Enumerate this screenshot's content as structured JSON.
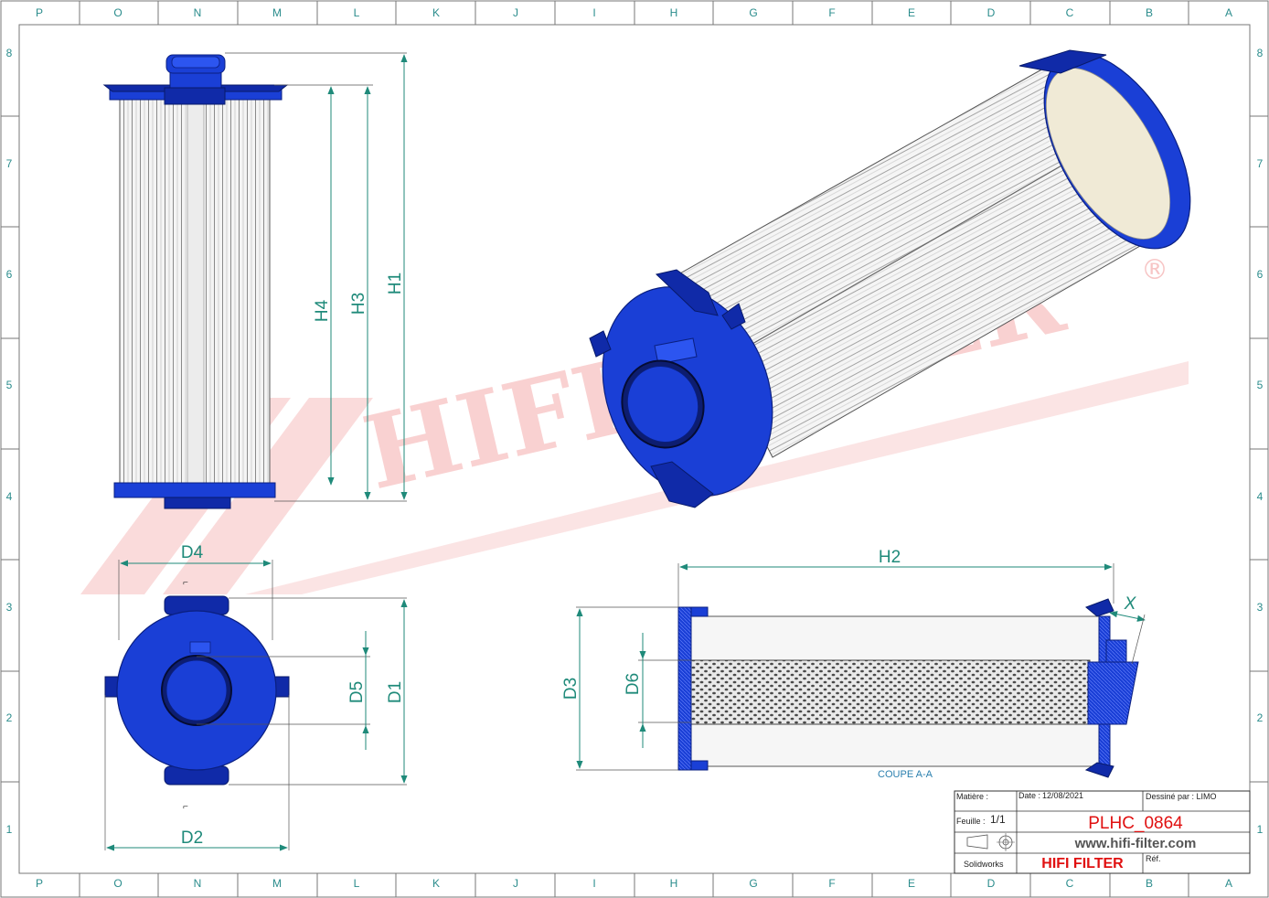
{
  "grid": {
    "columns": [
      "P",
      "O",
      "N",
      "M",
      "L",
      "K",
      "J",
      "I",
      "H",
      "G",
      "F",
      "E",
      "D",
      "C",
      "B",
      "A"
    ],
    "rows": [
      "8",
      "7",
      "6",
      "5",
      "4",
      "3",
      "2",
      "1"
    ]
  },
  "watermark": {
    "text": "HIFI FILTER",
    "registered": "®"
  },
  "dimensions": {
    "h1": "H1",
    "h2": "H2",
    "h3": "H3",
    "h4": "H4",
    "d1": "D1",
    "d2": "D2",
    "d3": "D3",
    "d4": "D4",
    "d5": "D5",
    "d6": "D6",
    "x": "X"
  },
  "section_label": "COUPE A-A",
  "title_block": {
    "matiere_label": "Matière :",
    "date_label": "Date :",
    "date_value": "12/08/2021",
    "dessine_label": "Dessiné par : LIMO",
    "feuille_label": "Feuille :",
    "feuille_value": "1/1",
    "reference": "PLHC_0864",
    "url": "www.hifi-filter.com",
    "software": "Solidworks",
    "brand": "HIFI FILTER",
    "ref_label": "Réf."
  },
  "colors": {
    "blue_part": "#1a3fd6",
    "dimension": "#1f8a7a",
    "grid_text": "#2a8c8c",
    "reference_red": "#e01010",
    "watermark_red": "#e85a5a"
  }
}
